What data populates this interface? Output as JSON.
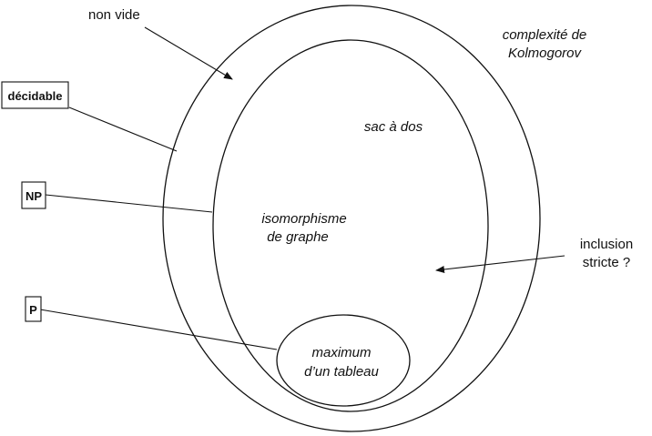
{
  "diagram": {
    "class_labels": {
      "decidable": "décidable",
      "np": "NP",
      "p": "P"
    },
    "annotations": {
      "non_vide": "non vide",
      "inclusion_line1": "inclusion",
      "inclusion_line2": "stricte ?"
    },
    "problems": {
      "kolmogorov_line1": "complexité de",
      "kolmogorov_line2": "Kolmogorov",
      "sac_a_dos": "sac à dos",
      "isomorphisme_line1": "isomorphisme",
      "isomorphisme_line2": "de graphe",
      "maximum_line1": "maximum",
      "maximum_line2": "d’un tableau"
    }
  }
}
